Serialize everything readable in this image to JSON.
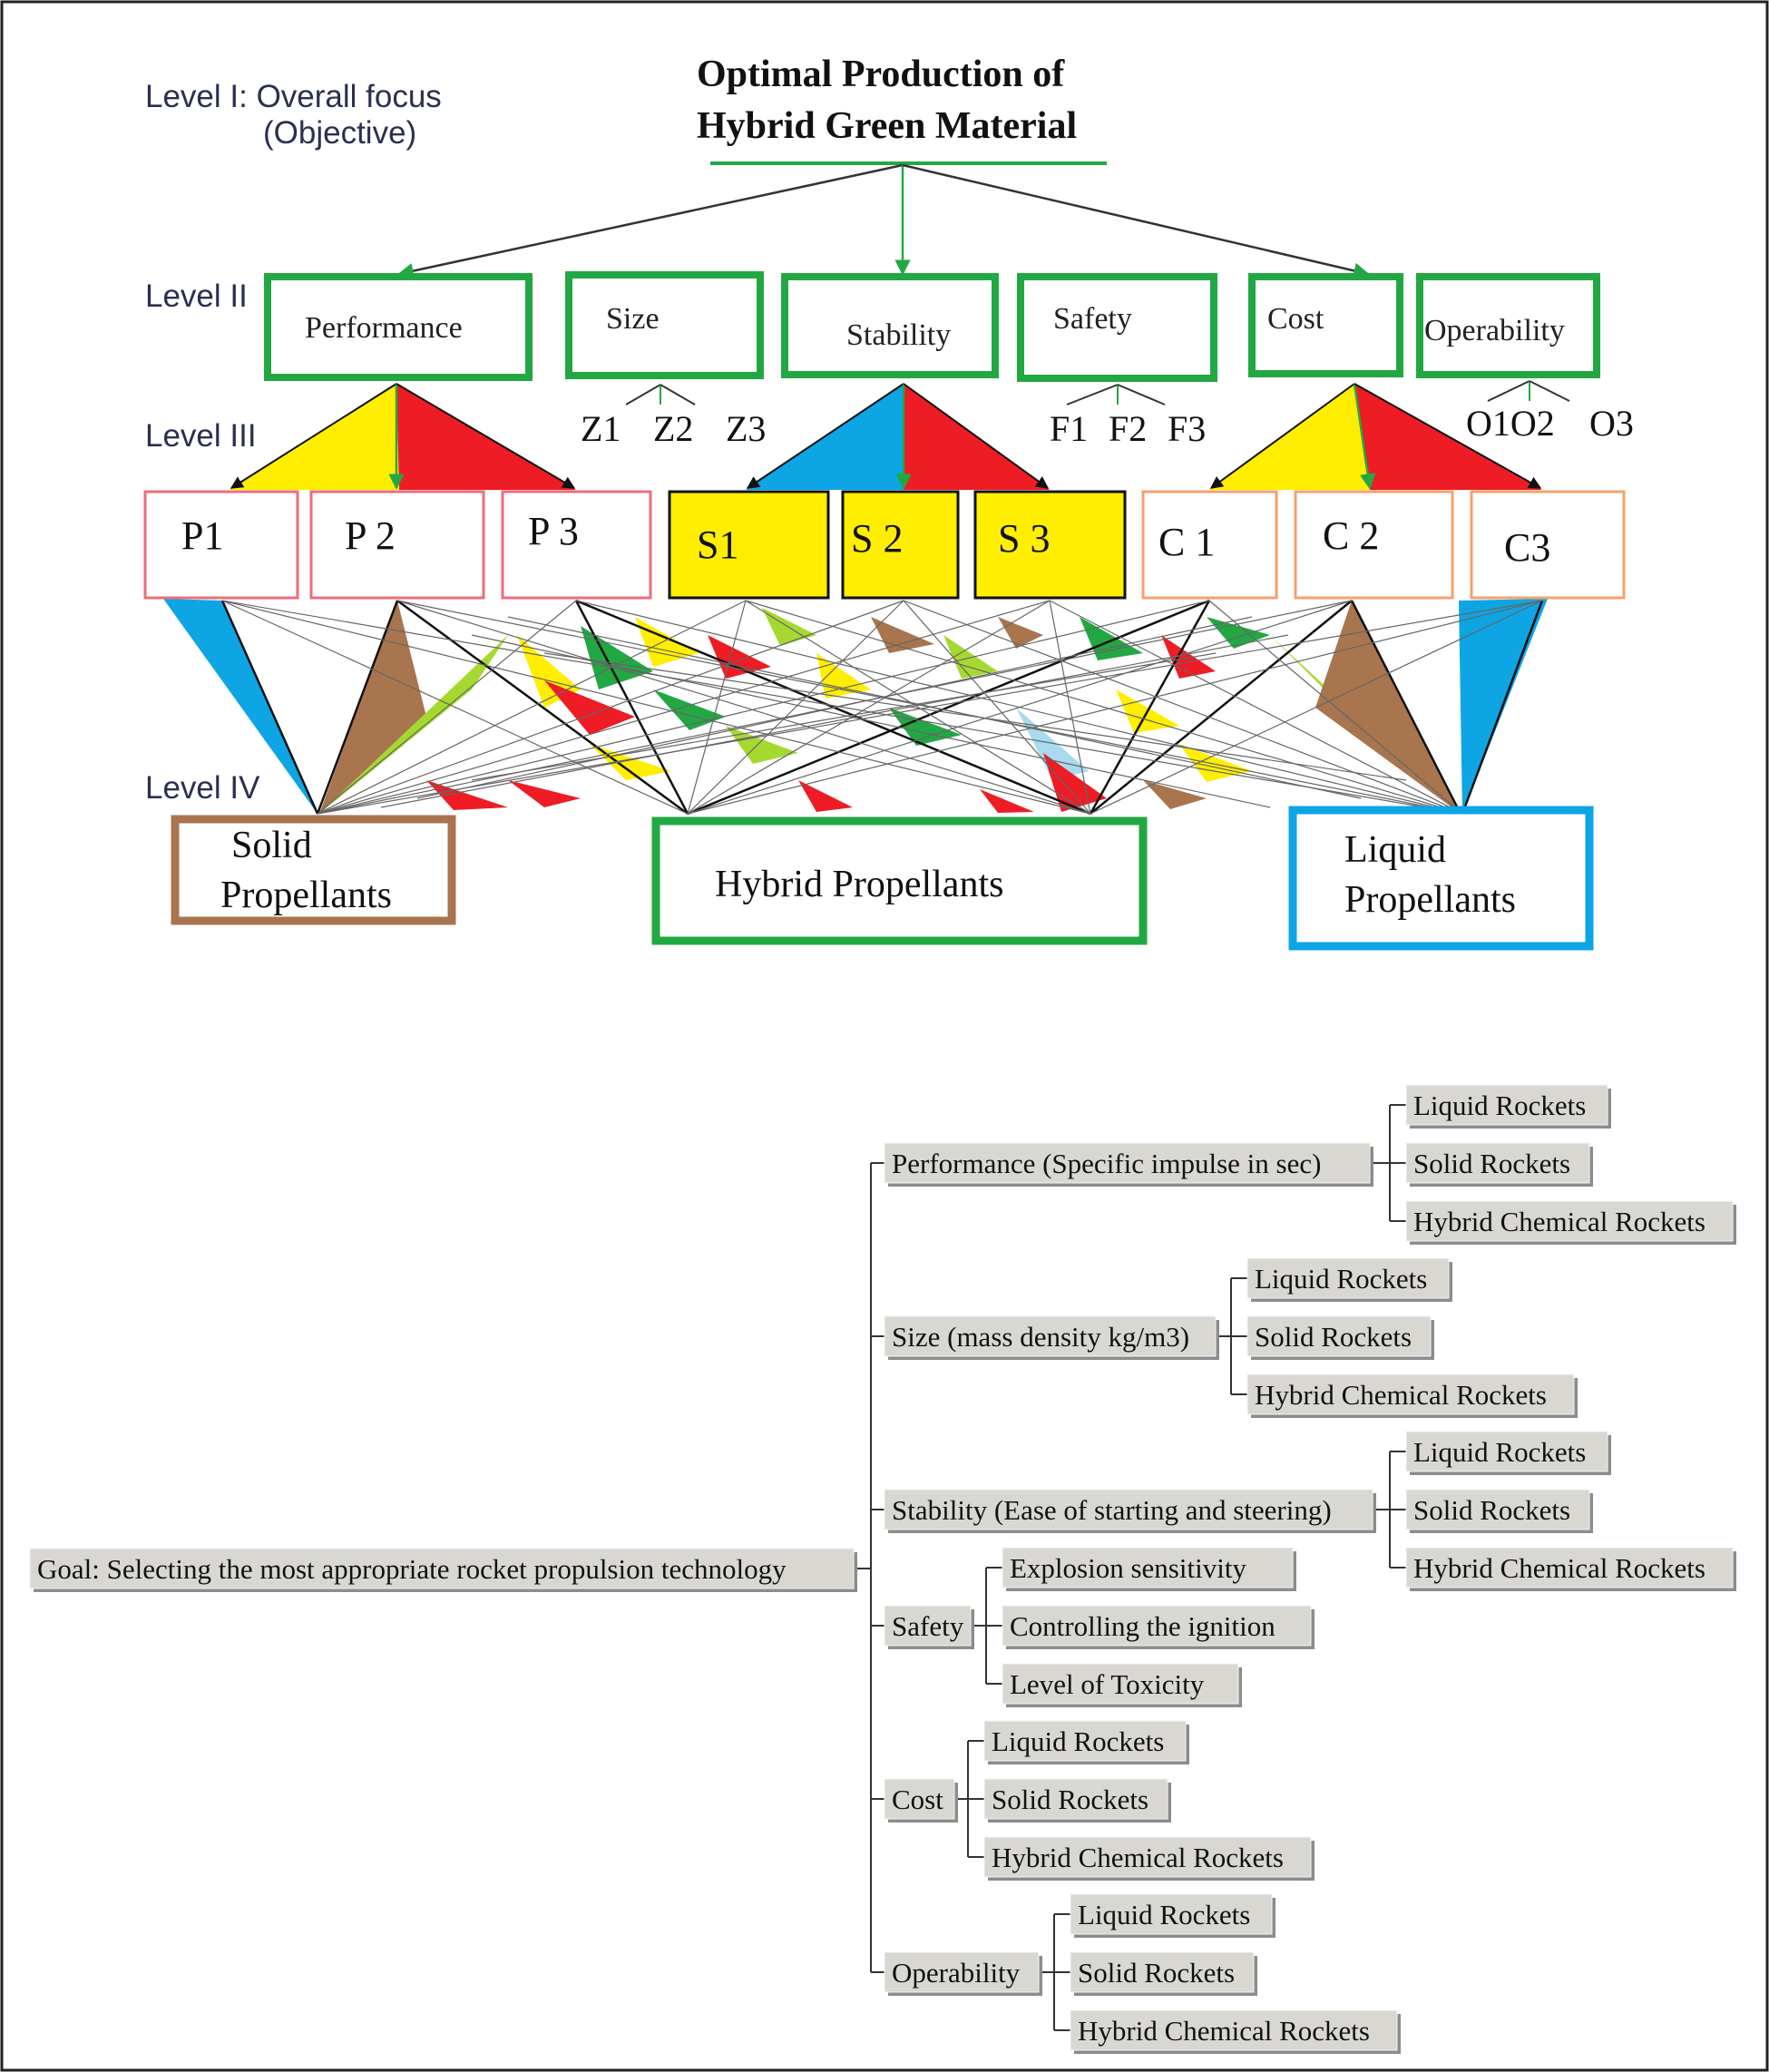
{
  "hierarchy": {
    "level_labels": [
      "Level I: Overall focus",
      "(Objective)",
      "Level II",
      "Level III",
      "Level IV"
    ],
    "goal_lines": [
      "Optimal Production of",
      "Hybrid Green Material"
    ],
    "criteria": [
      "Performance",
      "Size",
      "Stability",
      "Safety",
      "Cost",
      "Operability"
    ],
    "sub_labels": [
      "Z1",
      "Z2",
      "Z3",
      "F1",
      "F2",
      "F3",
      "O1O2",
      "O3"
    ],
    "subcriteria": [
      "P1",
      "P 2",
      "P 3",
      "S1",
      "S 2",
      "S 3",
      "C 1",
      "C 2",
      "C3"
    ],
    "alternatives": {
      "solid": [
        "Solid",
        "Propellants"
      ],
      "hybrid": "Hybrid Propellants",
      "liquid": [
        "Liquid",
        "Propellants"
      ]
    },
    "colors": {
      "green": "#22a843",
      "yellow": "#ffee00",
      "red": "#ee1c24",
      "blue": "#0ea5e4",
      "brown": "#a8754f",
      "lime": "#a6d930",
      "lightblue": "#a8daf0",
      "pink_border": "#ec6e78",
      "orange_border": "#f6a16b"
    }
  },
  "tree": {
    "goal": "Goal: Selecting the most appropriate rocket propulsion technology",
    "criteria": [
      {
        "label": "Performance (Specific impulse in sec)",
        "children": [
          "Liquid Rockets",
          "Solid Rockets",
          "Hybrid Chemical Rockets"
        ]
      },
      {
        "label": "Size (mass density kg/m3)",
        "children": [
          "Liquid Rockets",
          "Solid Rockets",
          "Hybrid Chemical Rockets"
        ]
      },
      {
        "label": "Stability (Ease of starting and steering)",
        "children": [
          "Liquid Rockets",
          "Solid Rockets",
          "Hybrid Chemical Rockets"
        ]
      },
      {
        "label": "Safety",
        "children": [
          "Explosion sensitivity",
          "Controlling the ignition",
          "Level of Toxicity"
        ]
      },
      {
        "label": "Cost",
        "children": [
          "Liquid Rockets",
          "Solid Rockets",
          "Hybrid Chemical Rockets"
        ]
      },
      {
        "label": "Operability",
        "children": [
          "Liquid Rockets",
          "Solid Rockets",
          "Hybrid Chemical Rockets"
        ]
      }
    ]
  }
}
